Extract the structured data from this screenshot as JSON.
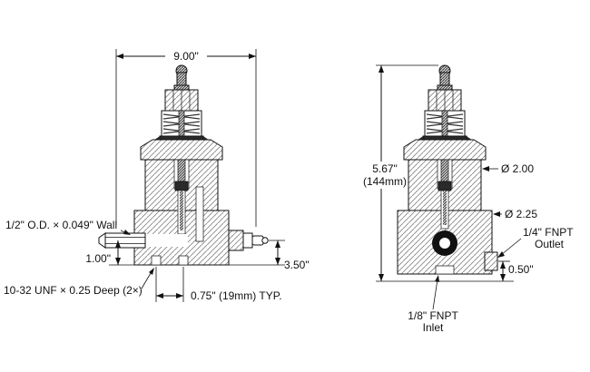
{
  "colors": {
    "line": "#111111",
    "background": "#ffffff",
    "hatch": "#888888"
  },
  "views": {
    "left": {
      "dim_overall_width": "9.00\"",
      "tube_spec": "1/2\" O.D. × 0.049\" Wall",
      "dim_tube_center_height": "1.00\"",
      "mount_thread_spec": "10-32 UNF × 0.25 Deep (2×)",
      "dim_fitting_height": "3.50\"",
      "dim_hole_spacing": "0.75\" (19mm) TYP."
    },
    "right": {
      "dim_overall_height": "5.67\"",
      "dim_overall_height_mm": "(144mm)",
      "dia_body": "Ø 2.00",
      "dia_base": "Ø 2.25",
      "outlet_size": "1/4\" FNPT",
      "outlet_label": "Outlet",
      "dim_outlet_height": "0.50\"",
      "inlet_size": "1/8\" FNPT",
      "inlet_label": "Inlet"
    }
  }
}
